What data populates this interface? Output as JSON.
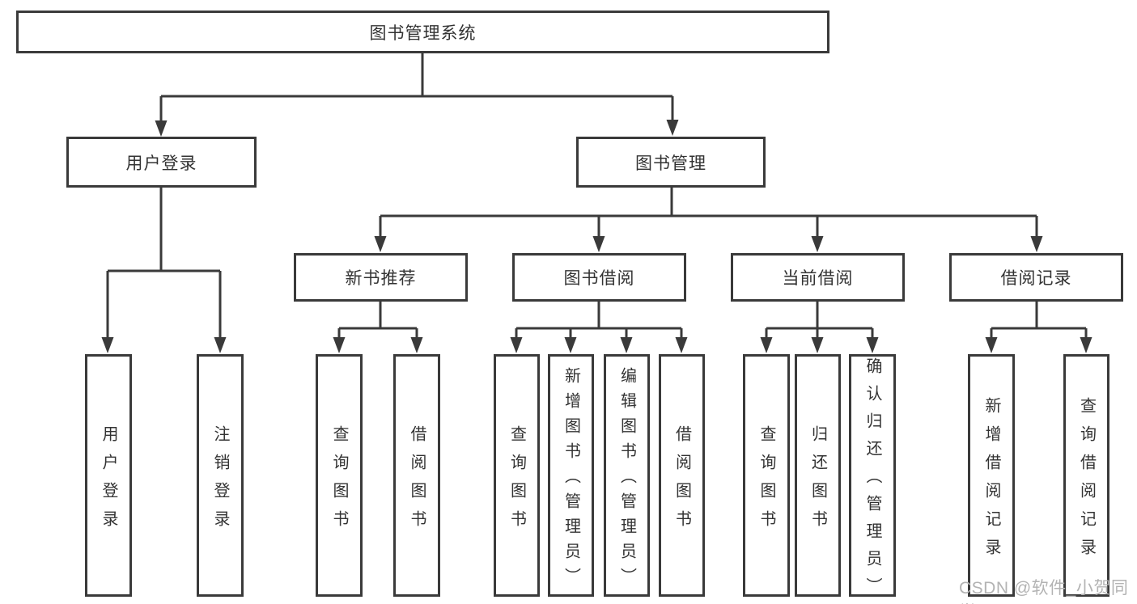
{
  "diagram": {
    "root": {
      "label": "图书管理系统"
    },
    "branches": [
      {
        "label": "用户登录",
        "children": [
          {
            "label": "用户登录"
          },
          {
            "label": "注销登录"
          }
        ]
      },
      {
        "label": "图书管理",
        "children": [
          {
            "label": "新书推荐",
            "children": [
              {
                "label": "查询图书"
              },
              {
                "label": "借阅图书"
              }
            ]
          },
          {
            "label": "图书借阅",
            "children": [
              {
                "label": "查询图书"
              },
              {
                "label": "新增图书（管理员）"
              },
              {
                "label": "编辑图书（管理员）"
              },
              {
                "label": "借阅图书"
              }
            ]
          },
          {
            "label": "当前借阅",
            "children": [
              {
                "label": "查询图书"
              },
              {
                "label": "归还图书"
              },
              {
                "label": "确认归还（管理员）"
              }
            ]
          },
          {
            "label": "借阅记录",
            "children": [
              {
                "label": "新增借阅记录"
              },
              {
                "label": "查询借阅记录"
              }
            ]
          }
        ]
      }
    ]
  },
  "watermark": "CSDN @软件_小贺同学",
  "colors": {
    "line": "#3a3a3a",
    "box_border": "#3a3a3a",
    "text": "#333333",
    "watermark": "#b3b3b3",
    "background": "#ffffff"
  }
}
